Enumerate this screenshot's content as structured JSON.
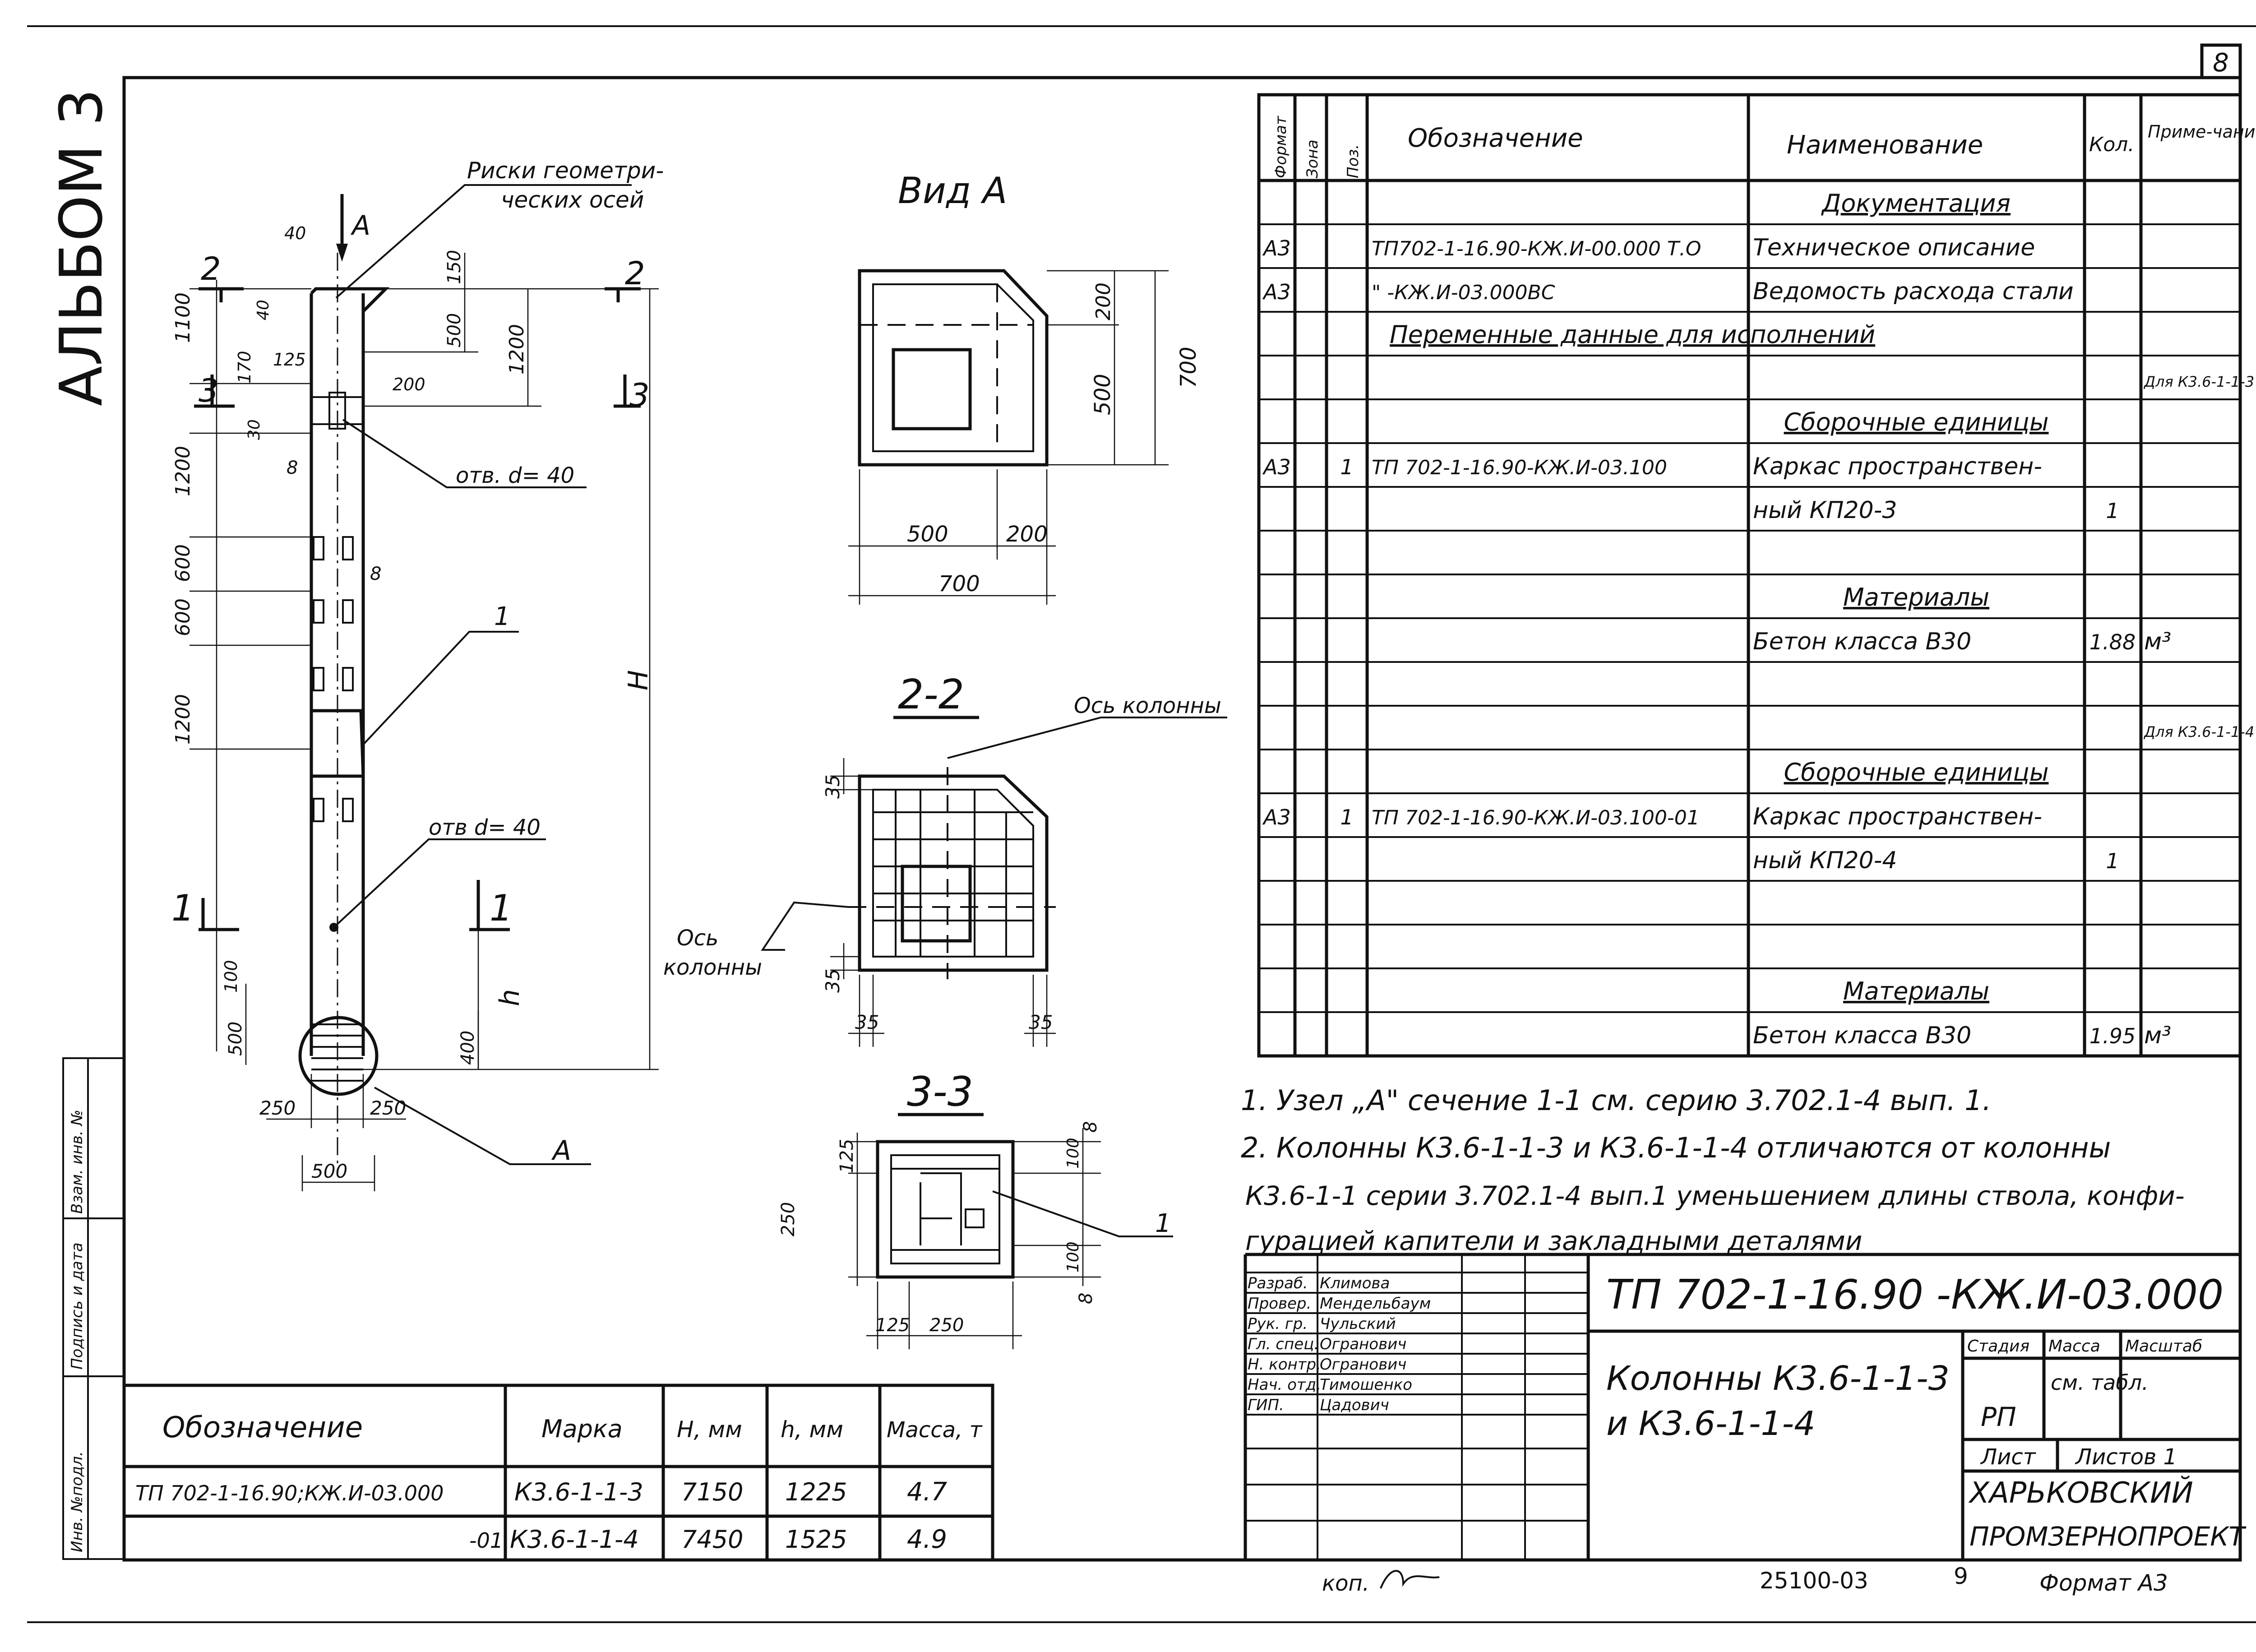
{
  "sheet_number": "8",
  "album_label": "АЛЬБОМ 3",
  "margin_labels": [
    "Инв. №подл.",
    "Подпись и дата",
    "Взам. инв. №"
  ],
  "elevation": {
    "callout_axes_1": "Риски геометри-",
    "callout_axes_2": "ческих осей",
    "view_marker": "А",
    "node_marker": "А",
    "hole_top": "отв. d= 40",
    "hole_bottom": "отв d= 40",
    "pos1": "1",
    "section_marks": [
      "2",
      "2",
      "3",
      "3",
      "1",
      "1"
    ],
    "dims_left": [
      "1100",
      "170",
      "1200",
      "600",
      "600",
      "1200"
    ],
    "dims_right": [
      "150",
      "500",
      "1200",
      "100",
      "400"
    ],
    "dims_misc": [
      "40",
      "40",
      "125",
      "200",
      "30",
      "8",
      "8",
      "250",
      "250",
      "500",
      "500",
      "100"
    ],
    "dim_H": "Н",
    "dim_h": "h"
  },
  "view_a": {
    "title": "Вид А",
    "dims": [
      "200",
      "500",
      "700",
      "500",
      "200",
      "700"
    ]
  },
  "section_2_2": {
    "title": "2-2",
    "axis_label": "Ось колонны",
    "axis_label2_a": "Ось",
    "axis_label2_b": "колонны",
    "dims": [
      "35",
      "35",
      "35",
      "35"
    ]
  },
  "section_3_3": {
    "title": "3-3",
    "pos": "1",
    "dims": [
      "125",
      "250",
      "100",
      "8",
      "100",
      "8",
      "125",
      "250"
    ]
  },
  "spec": {
    "headers": [
      "Формат",
      "Зона",
      "Поз.",
      "Обозначение",
      "Наименование",
      "Кол.",
      "Приме-чание"
    ],
    "rows": [
      {
        "fmt": "",
        "pos": "",
        "des": "",
        "name": "Документация",
        "qty": "",
        "note": "",
        "heading": true
      },
      {
        "fmt": "А3",
        "pos": "",
        "des": "ТП702-1-16.90-КЖ.И-00.000 Т.О",
        "name": "Техническое описание",
        "qty": "",
        "note": ""
      },
      {
        "fmt": "А3",
        "pos": "",
        "des": "\"        -КЖ.И-03.000ВС",
        "name": "Ведомость расхода стали",
        "qty": "",
        "note": ""
      },
      {
        "fmt": "",
        "pos": "",
        "des": "Переменные данные для исполнений",
        "name": "",
        "qty": "",
        "note": "",
        "wide": true
      },
      {
        "fmt": "",
        "pos": "",
        "des": "",
        "name": "",
        "qty": "",
        "note": "Для К3.6-1-1-3"
      },
      {
        "fmt": "",
        "pos": "",
        "des": "",
        "name": "Сборочные единицы",
        "qty": "",
        "note": "",
        "heading": true
      },
      {
        "fmt": "А3",
        "pos": "1",
        "des": "ТП 702-1-16.90-КЖ.И-03.100",
        "name": "Каркас пространствен-",
        "qty": "",
        "note": ""
      },
      {
        "fmt": "",
        "pos": "",
        "des": "",
        "name": "ный КП20-3",
        "qty": "1",
        "note": ""
      },
      {
        "fmt": "",
        "pos": "",
        "des": "",
        "name": "",
        "qty": "",
        "note": ""
      },
      {
        "fmt": "",
        "pos": "",
        "des": "",
        "name": "Материалы",
        "qty": "",
        "note": "",
        "heading": true
      },
      {
        "fmt": "",
        "pos": "",
        "des": "",
        "name": "Бетон класса   В30",
        "qty": "1.88",
        "note": "м³"
      },
      {
        "fmt": "",
        "pos": "",
        "des": "",
        "name": "",
        "qty": "",
        "note": ""
      },
      {
        "fmt": "",
        "pos": "",
        "des": "",
        "name": "",
        "qty": "",
        "note": "Для К3.6-1-1-4"
      },
      {
        "fmt": "",
        "pos": "",
        "des": "",
        "name": "Сборочные единицы",
        "qty": "",
        "note": "",
        "heading": true
      },
      {
        "fmt": "А3",
        "pos": "1",
        "des": "ТП 702-1-16.90-КЖ.И-03.100-01",
        "name": "Каркас пространствен-",
        "qty": "",
        "note": ""
      },
      {
        "fmt": "",
        "pos": "",
        "des": "",
        "name": "ный КП20-4",
        "qty": "1",
        "note": ""
      },
      {
        "fmt": "",
        "pos": "",
        "des": "",
        "name": "",
        "qty": "",
        "note": ""
      },
      {
        "fmt": "",
        "pos": "",
        "des": "",
        "name": "",
        "qty": "",
        "note": ""
      },
      {
        "fmt": "",
        "pos": "",
        "des": "",
        "name": "Материалы",
        "qty": "",
        "note": "",
        "heading": true
      },
      {
        "fmt": "",
        "pos": "",
        "des": "",
        "name": "Бетон класса   В30",
        "qty": "1.95",
        "note": "м³"
      }
    ]
  },
  "notes": [
    "1. Узел „А\" сечение 1-1 см. серию 3.702.1-4 вып. 1.",
    "2. Колонны К3.6-1-1-3 и К3.6-1-1-4 отличаются от колонны",
    "К3.6-1-1 серии 3.702.1-4 вып.1 уменьшением длины ствола, конфи-",
    "гурацией капители и закладными деталями"
  ],
  "variants": {
    "headers": [
      "Обозначение",
      "Марка",
      "Н, мм",
      "h, мм",
      "Масса, т"
    ],
    "rows": [
      {
        "des": "ТП 702-1-16.90;КЖ.И-03.000",
        "mark": "К3.6-1-1-3",
        "H": "7150",
        "h": "1225",
        "mass": "4.7"
      },
      {
        "des": "-01",
        "mark": "К3.6-1-1-4",
        "H": "7450",
        "h": "1525",
        "mass": "4.9"
      }
    ]
  },
  "title_block": {
    "code": "ТП 702-1-16.90 -КЖ.И-03.000",
    "title_1": "Колонны  К3.6-1-1-3",
    "title_2": "и К3.6-1-1-4",
    "roles": [
      {
        "role": "Разраб.",
        "name": "Климова"
      },
      {
        "role": "Провер.",
        "name": "Мендельбаум"
      },
      {
        "role": "Рук. гр.",
        "name": "Чульский"
      },
      {
        "role": "Гл. спец.",
        "name": "Огранович"
      },
      {
        "role": "Н. контр.",
        "name": "Огранович"
      },
      {
        "role": "Нач. отд.",
        "name": "Тимошенко"
      },
      {
        "role": "ГИП.",
        "name": "Цадович"
      }
    ],
    "stage_header": "Стадия",
    "mass_header": "Масса",
    "scale_header": "Масштаб",
    "stage": "РП",
    "mass": "см. табл.",
    "sheet_label": "Лист",
    "sheets_label": "Листов 1",
    "org_1": "ХАРЬКОВСКИЙ",
    "org_2": "ПРОМЗЕРНОПРОЕКТ"
  },
  "footer": {
    "copied": "коп.",
    "inv": "25100-03",
    "page": "9",
    "format": "Формат А3"
  }
}
